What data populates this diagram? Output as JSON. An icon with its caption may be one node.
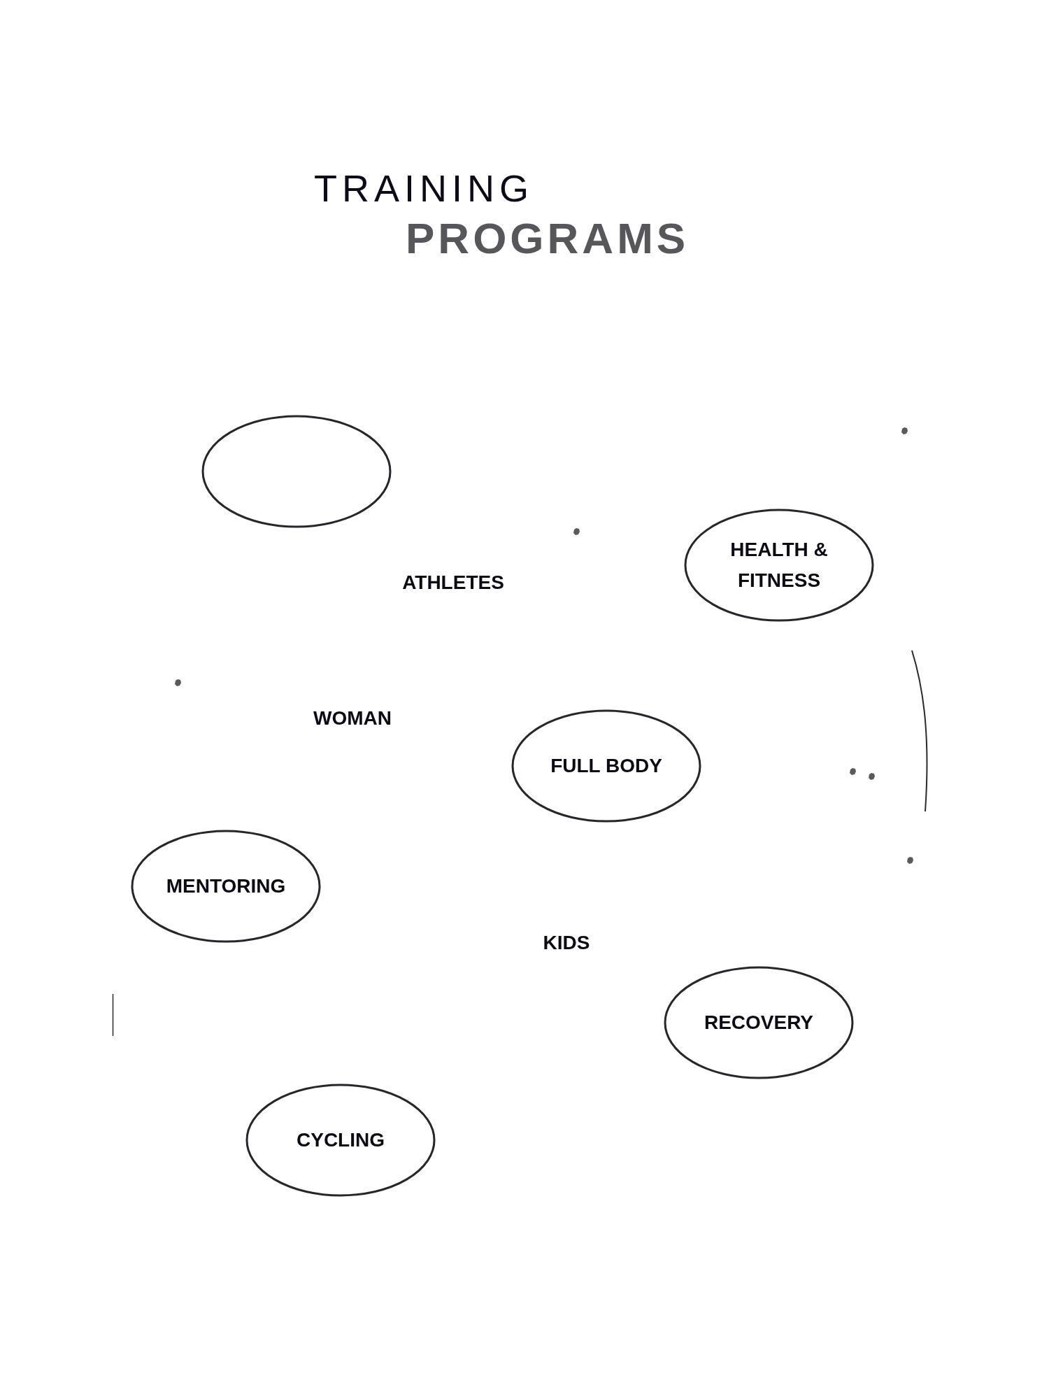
{
  "diagram": {
    "title": "TRAINING PROGRAMS",
    "nodes": [
      {
        "text": [],
        "shape": "ellipse"
      },
      {
        "text": [
          "HEALTH & FITNESS"
        ]
      },
      {
        "text": [
          "FULL BODY"
        ]
      },
      {
        "text": [
          "MENTORING"
        ]
      },
      {
        "text": [
          "RECOVERY"
        ]
      },
      {
        "text": [
          "CYCLING"
        ]
      }
    ],
    "labels": [
      "ATHLETES",
      "WOMAN",
      "KIDS"
    ]
  }
}
